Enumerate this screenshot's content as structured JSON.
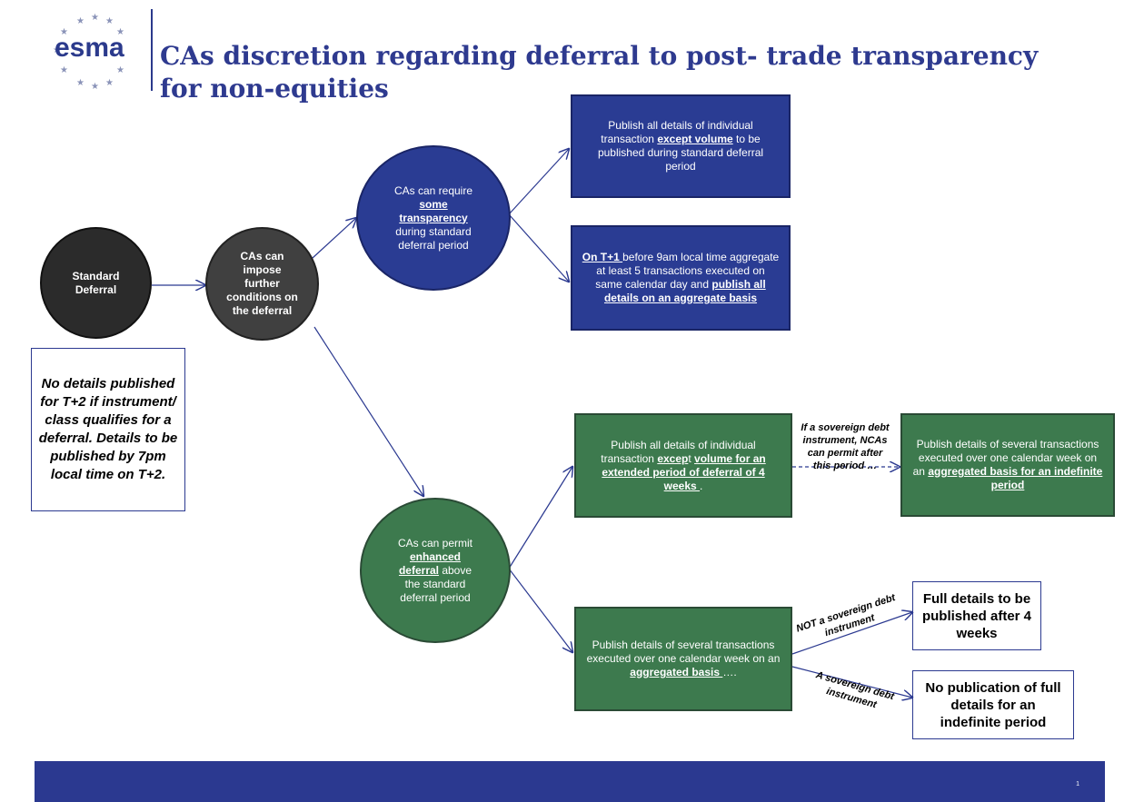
{
  "header": {
    "logo_text": "esma",
    "title_line1": "CAs discretion regarding deferral to post- trade transparency",
    "title_line2": "for non-equities"
  },
  "nodes": {
    "standard_deferral": "Standard Deferral",
    "impose": "CAs can impose further conditions on the deferral",
    "note": "No details published for T+2 if instrument/ class qualifies for a deferral. Details to be published by 7pm local time on T+2.",
    "require": {
      "a": "CAs can require ",
      "b": "some transparency",
      "c": " during standard deferral period"
    },
    "permit": {
      "a": "CAs can permit ",
      "b": "enhanced deferral",
      "c": " above the standard deferral period"
    },
    "blue1": {
      "a": "Publish all details of individual transaction ",
      "b": "except volume",
      "c": " to be published during standard deferral period"
    },
    "blue2": {
      "a": "On T+1 ",
      "b": "before 9am local time aggregate at least 5 transactions executed on same calendar day and ",
      "c": "publish all details on an aggregate basis"
    },
    "green1": {
      "a": "Publish all details of individual transaction ",
      "b": "excep",
      "c": "t ",
      "d": "volume for an extended period of deferral of 4 weeks ",
      "e": "."
    },
    "green2": {
      "a": "Publish details of several transactions executed over one calendar week on an ",
      "b": "aggregated basis for an indefinite period"
    },
    "green3": {
      "a": "Publish details of several transactions executed over one calendar week on an ",
      "b": "aggregated basis ",
      "c": "…."
    },
    "sovereign_note": "If a sovereign debt instrument, NCAs can permit after this period …",
    "not_sovereign": "NOT a sovereign debt instrument",
    "a_sovereign": "A sovereign debt instrument",
    "full_details": "Full details to be published after 4 weeks",
    "no_publication": "No publication of full details for an indefinite period"
  },
  "footer": {
    "page_number": "1"
  },
  "colors": {
    "blue": "#2a3c93",
    "green": "#3d7a4e",
    "dark": "#2b2b2b",
    "grey": "#404040",
    "footer": "#2b3990"
  }
}
